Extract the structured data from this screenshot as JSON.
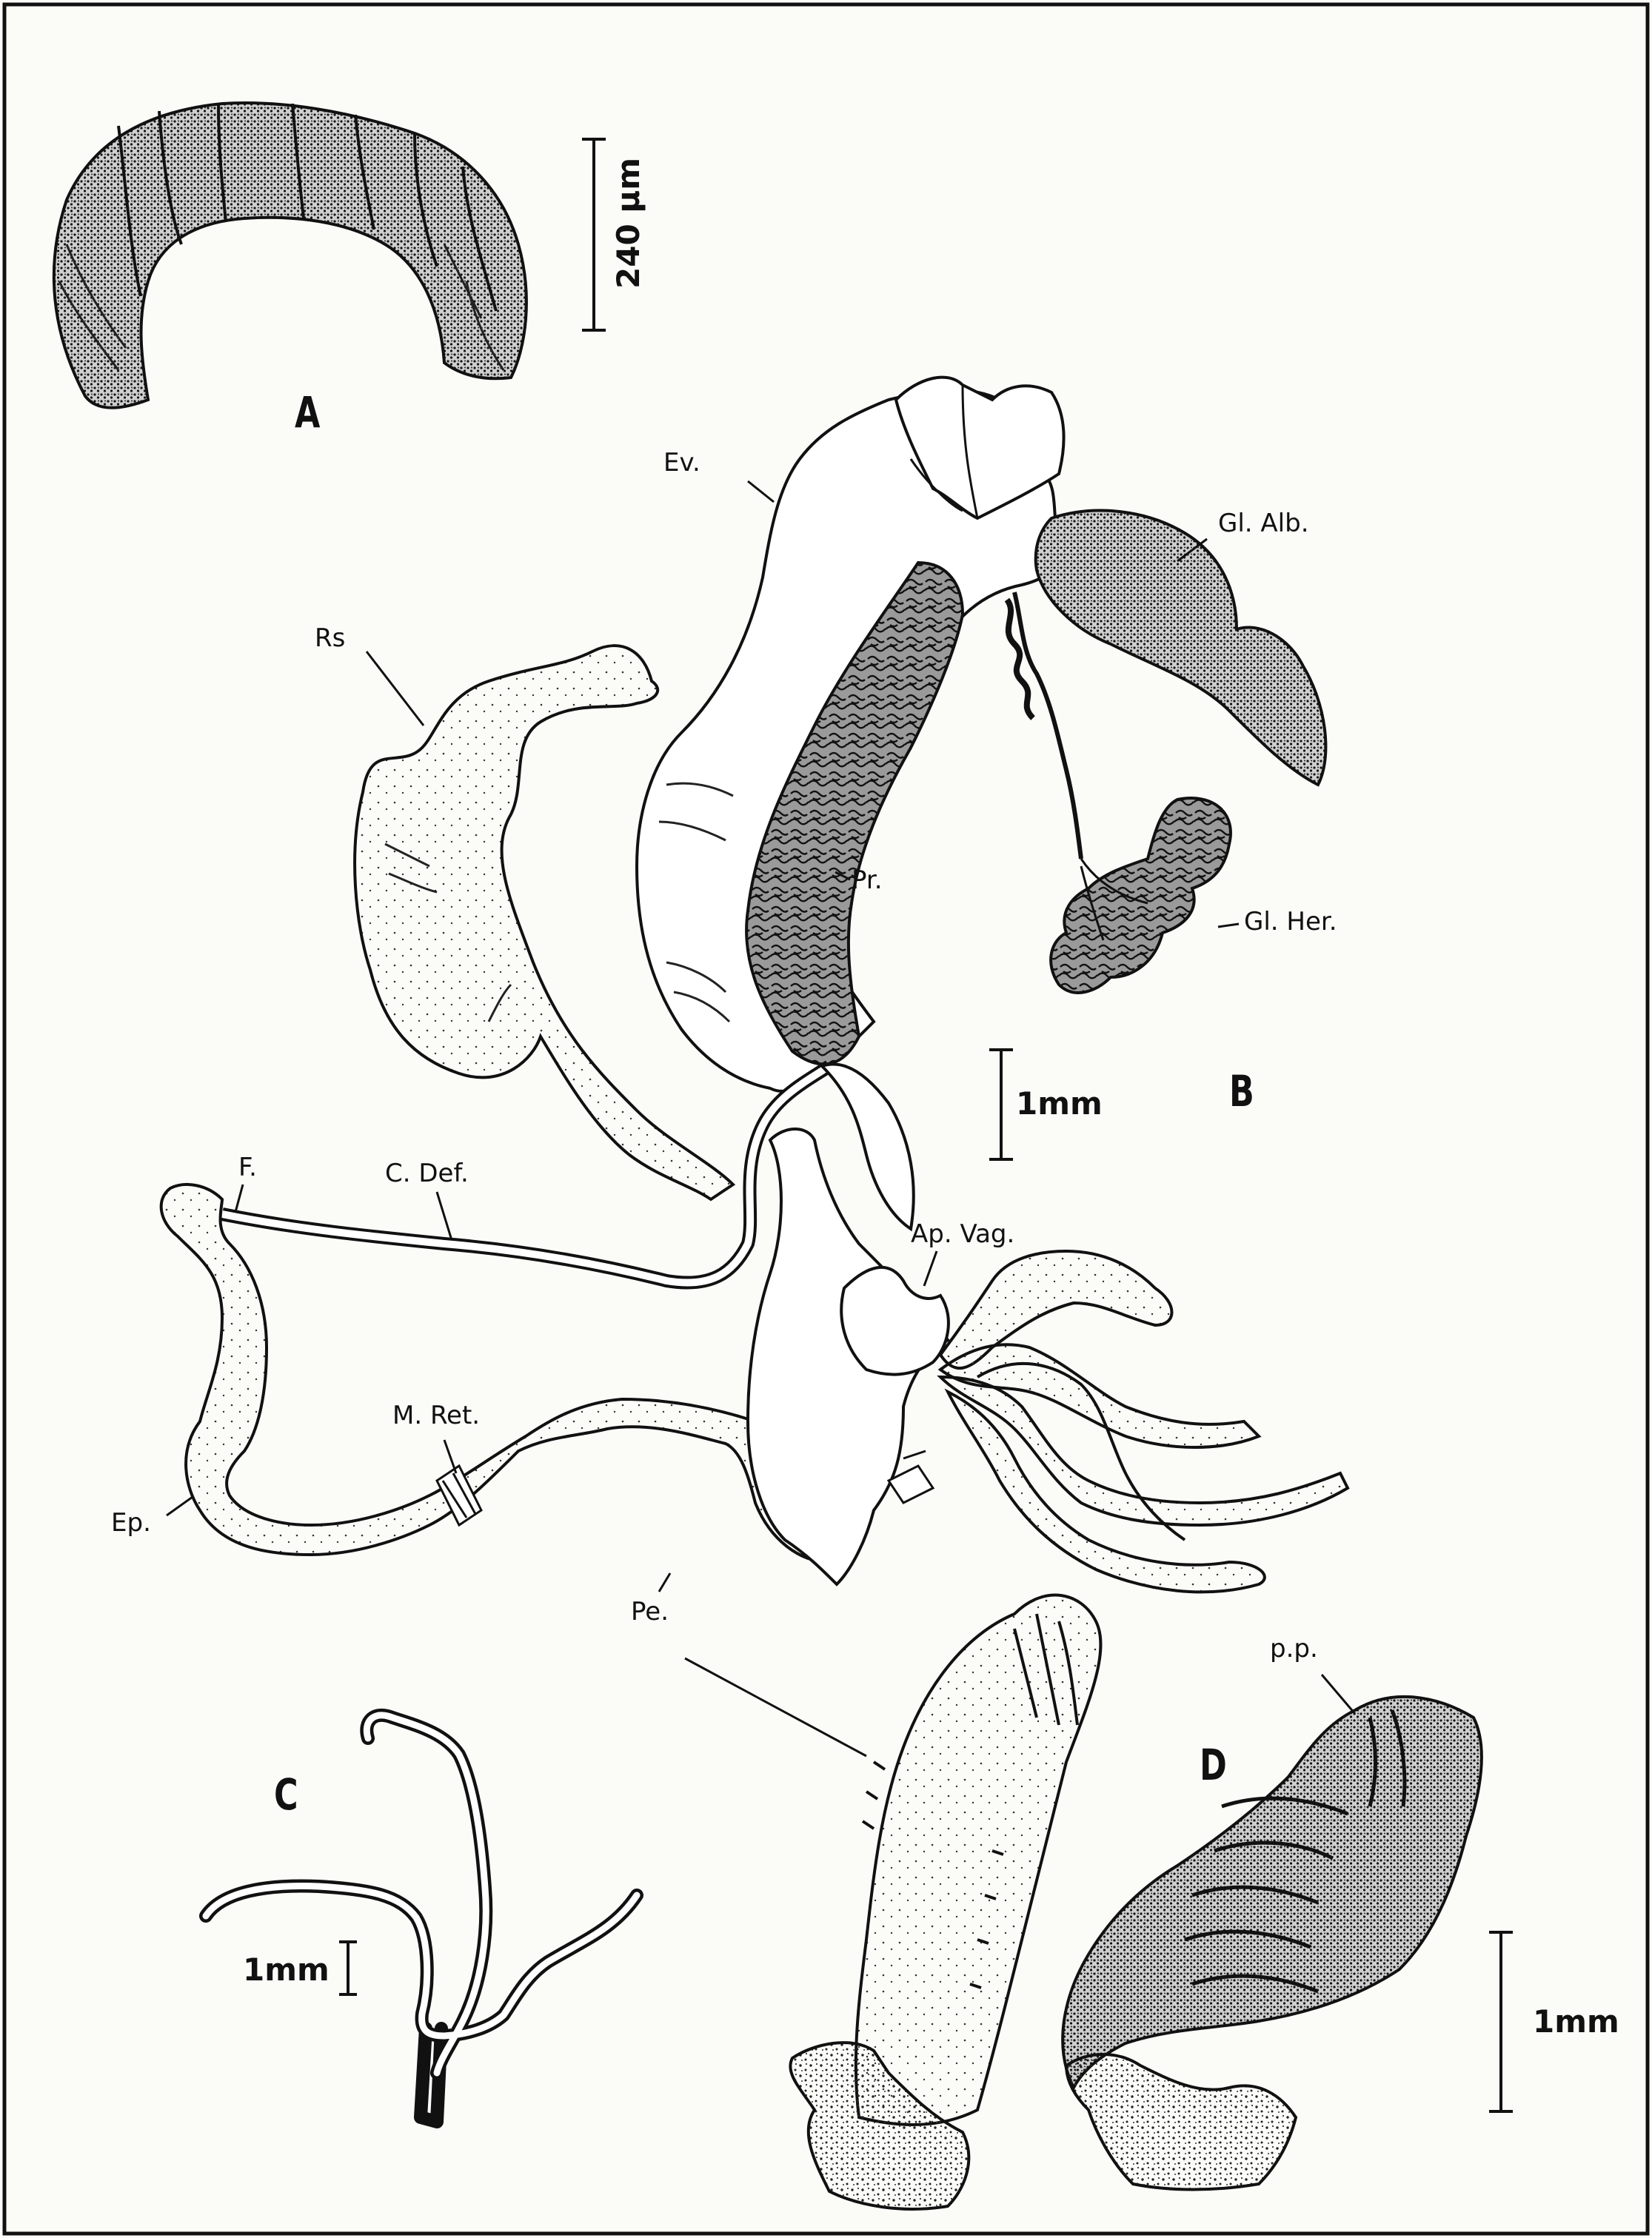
{
  "panels": {
    "a": "A",
    "b": "B",
    "c": "C",
    "d": "D"
  },
  "scale_bars": {
    "a": "240 µm",
    "b": "1mm",
    "c": "1mm",
    "d": "1mm"
  },
  "labels": {
    "ev": "Ev.",
    "gl_alb": "Gl. Alb.",
    "rs": "Rs",
    "pr": "Pr.",
    "gl_her": "Gl. Her.",
    "f": "F.",
    "c_def": "C. Def.",
    "ap_vag": "Ap. Vag.",
    "m_ret": "M. Ret.",
    "ep": "Ep.",
    "pe": "Pe.",
    "pp": "p.p."
  }
}
